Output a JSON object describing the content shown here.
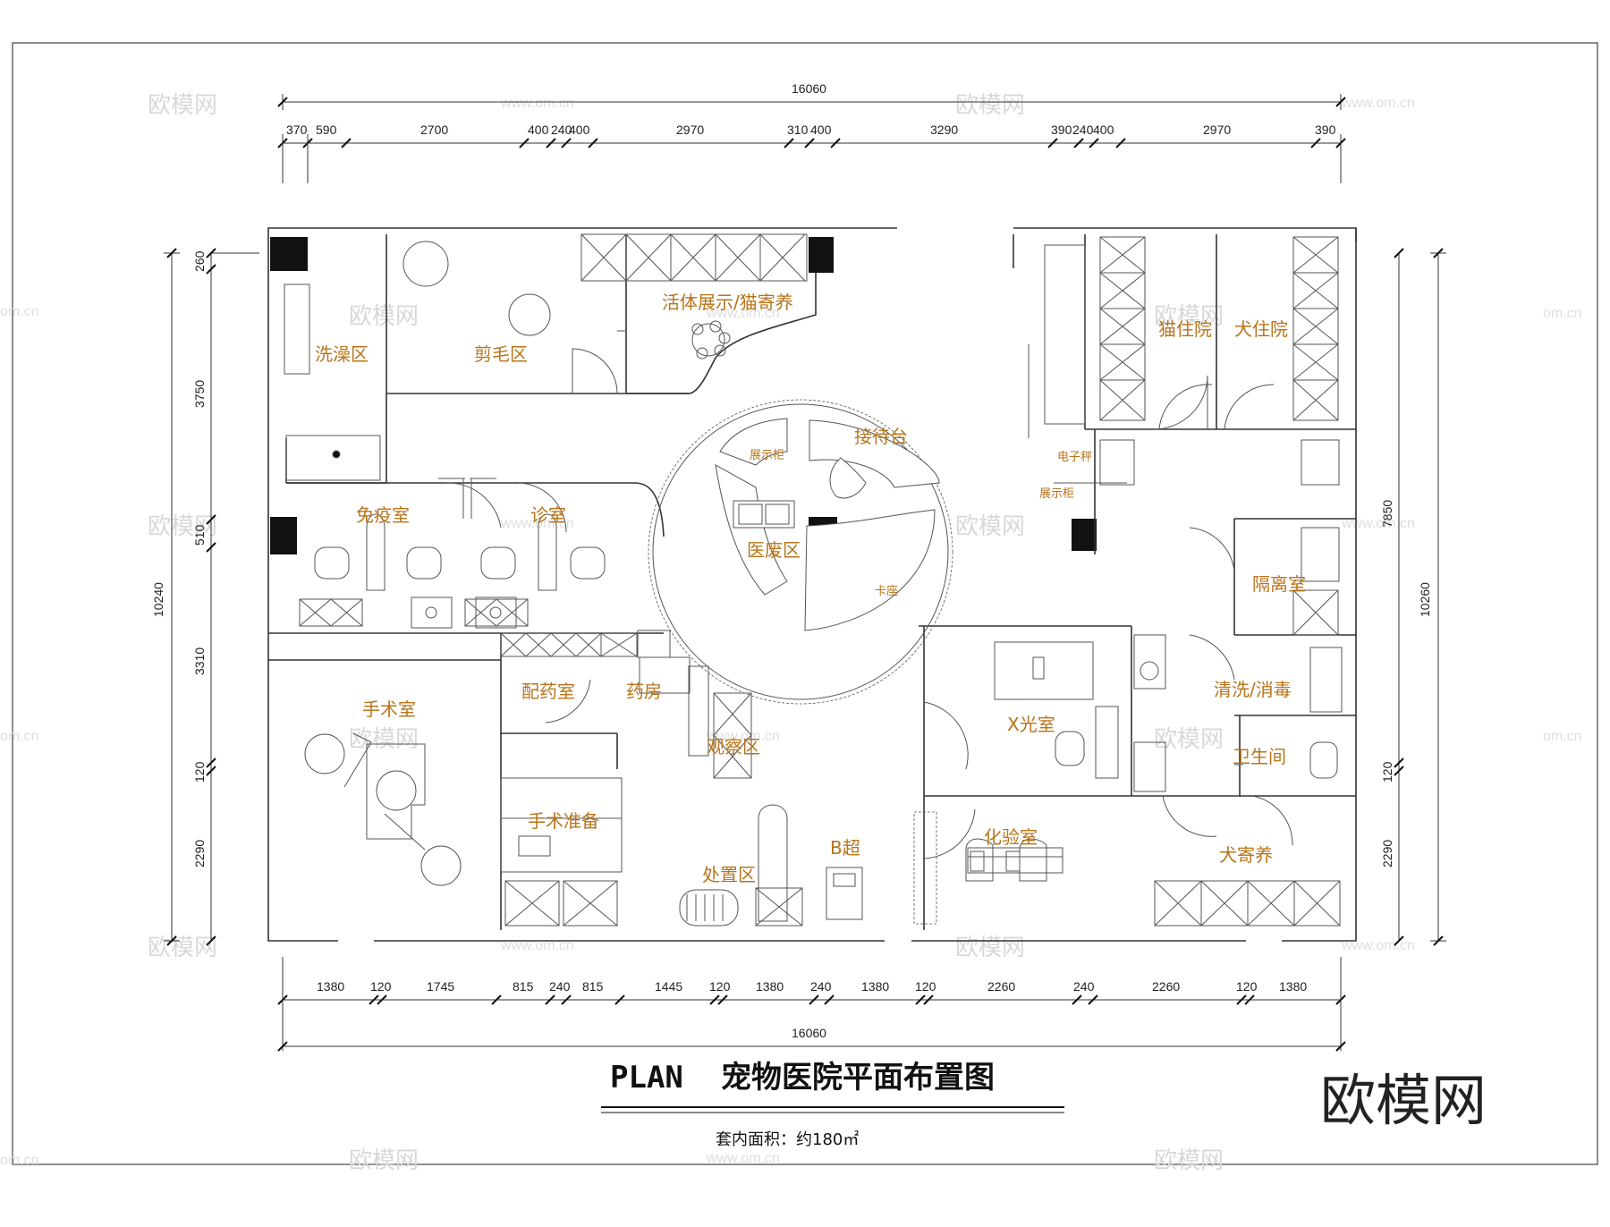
{
  "title": {
    "plan": "PLAN",
    "name": "宠物医院平面布置图",
    "area": "套内面积：约180㎡"
  },
  "brand": "欧模网",
  "watermark": {
    "text": "欧模网",
    "url": "www.om.cn",
    "url_short": "om.cn"
  },
  "dimensions": {
    "top_total": "16060",
    "top": [
      "370",
      "590",
      "2700",
      "400",
      "240",
      "400",
      "2970",
      "310",
      "400",
      "3290",
      "390",
      "240",
      "400",
      "2970",
      "390"
    ],
    "bottom": [
      "1380",
      "120",
      "1745",
      "815",
      "240",
      "815",
      "1445",
      "120",
      "1380",
      "240",
      "1380",
      "120",
      "2260",
      "240",
      "2260",
      "120",
      "1380"
    ],
    "bottom_total": "16060",
    "left_total": "10240",
    "left": [
      "260",
      "3750",
      "510",
      "3310",
      "120",
      "2290"
    ],
    "right_total": "10260",
    "right": [
      "7850",
      "120",
      "2290"
    ]
  },
  "rooms": {
    "bath": "洗澡区",
    "grooming": "剪毛区",
    "display": "活体展示/猫寄养",
    "cat_ward": "猫住院",
    "dog_ward": "犬住院",
    "reception": "接待台",
    "display_cab": "展示柜",
    "waste": "医废区",
    "seat": "卡座",
    "electronic": "电子秤",
    "display_rack": "展示柜",
    "vaccine": "免疫室",
    "consult": "诊室",
    "isolation": "隔离室",
    "dispense": "配药室",
    "pharmacy": "药房",
    "surgery": "手术室",
    "observe": "观察区",
    "xray": "X光室",
    "wash": "清洗/消毒",
    "toilet": "卫生间",
    "prep": "手术准备",
    "treatment": "处置区",
    "bultra": "B超",
    "lab": "化验室",
    "dog_board": "犬寄养"
  }
}
